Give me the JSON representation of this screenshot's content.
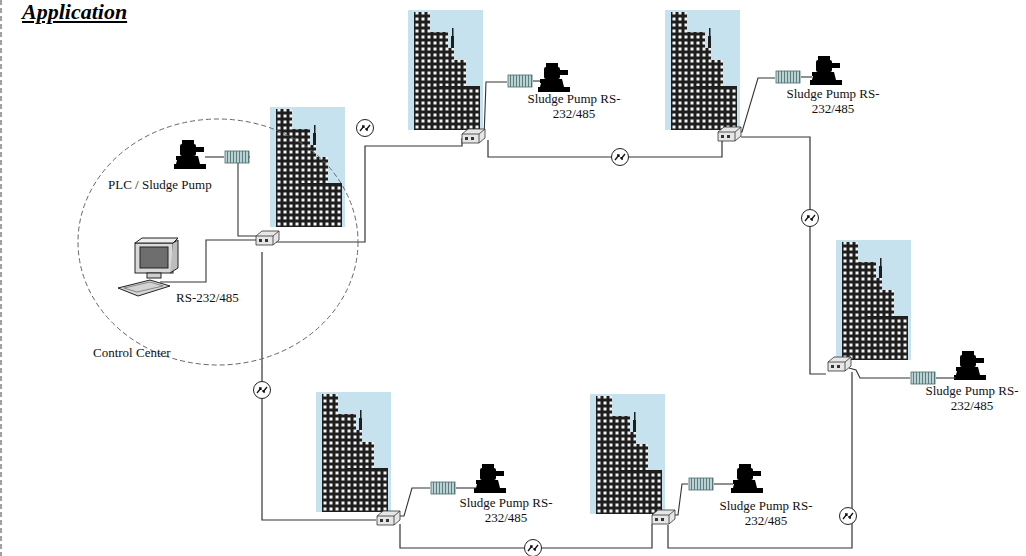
{
  "diagram": {
    "title": "Application",
    "nodes": [
      {
        "text": [
          "Control Center"
        ]
      }
    ],
    "labels": [
      "PLC / Sludge Pump",
      "RS-232/485",
      "Sludge Pump RS-232/485",
      "Sludge Pump RS-232/485",
      "Sludge Pump RS-232/485",
      "Sludge Pump RS-232/485",
      "Sludge Pump RS-232/485"
    ]
  }
}
